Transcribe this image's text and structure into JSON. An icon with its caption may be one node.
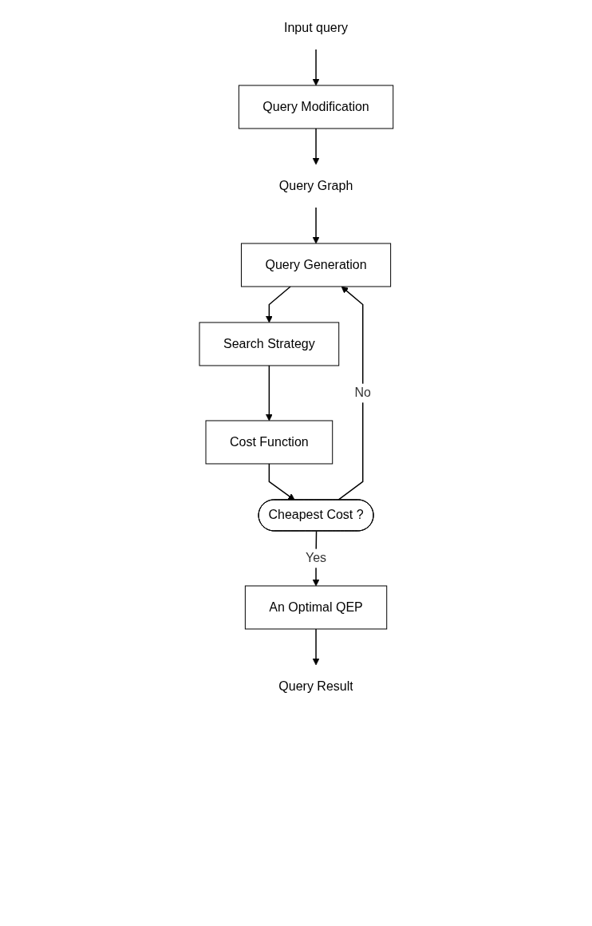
{
  "diagram": {
    "nodes": [
      {
        "text": [
          "Input query"
        ]
      },
      {
        "text": [
          "Query Modification"
        ]
      },
      {
        "text": [
          "Query Graph"
        ]
      },
      {
        "text": [
          "Query Generation"
        ]
      },
      {
        "text": [
          "Search Strategy"
        ]
      },
      {
        "text": [
          "Cost Function"
        ]
      },
      {
        "text": [
          "Cheapest Cost ?"
        ]
      },
      {
        "text": [
          "An Optimal QEP"
        ]
      },
      {
        "text": [
          "Query Result"
        ]
      }
    ],
    "edges": [
      {
        "from": 0,
        "to": 1,
        "arrow": "to"
      },
      {
        "from": 1,
        "to": 2,
        "arrow": "to"
      },
      {
        "from": 2,
        "to": 3,
        "arrow": "to"
      },
      {
        "from": 3,
        "to": 4,
        "arrow": "to"
      },
      {
        "from": 4,
        "to": 5,
        "arrow": "to"
      },
      {
        "from": 5,
        "to": 6,
        "arrow": "to"
      },
      {
        "from": 6,
        "to": 3,
        "arrow": "to",
        "label": "No"
      },
      {
        "from": 6,
        "to": 7,
        "arrow": "to",
        "label": "Yes"
      },
      {
        "from": 7,
        "to": 8,
        "arrow": "to"
      }
    ]
  }
}
